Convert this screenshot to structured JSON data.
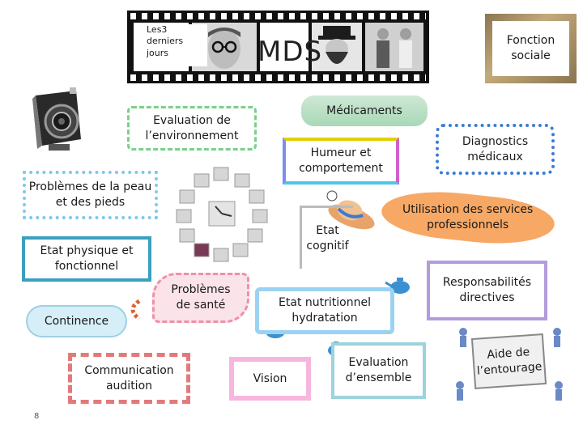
{
  "film": {
    "note": "Les3\nderniers\njours",
    "title": "MDS"
  },
  "boxes": {
    "fonction_sociale": "Fonction\nsociale",
    "medicaments": "Médicaments",
    "evaluation_environnement": "Evaluation de\nl’environnement",
    "humeur": "Humeur et\ncomportement",
    "diagnostics": "Diagnostics\nmédicaux",
    "problemes_peau": "Problèmes de la peau\net des pieds",
    "etat_cognitif": "Etat\ncognitif",
    "utilisation_services": "Utilisation des services\nprofessionnels",
    "etat_physique": "Etat physique et\nfonctionnel",
    "problemes_sante": "Problèmes\nde santé",
    "responsabilites": "Responsabilités\ndirectives",
    "nutritionnel": "Etat nutritionnel\nhydratation",
    "continence": "Continence",
    "communication": "Communication\naudition",
    "vision": "Vision",
    "evaluation_ensemble": "Evaluation\nd’ensemble",
    "aide_entourage": "Aide de\nl’entourage"
  },
  "page_number": "8",
  "icons": [
    "camera-icon",
    "clock-icon",
    "hat-icon",
    "teapot-icon",
    "people-icon"
  ]
}
